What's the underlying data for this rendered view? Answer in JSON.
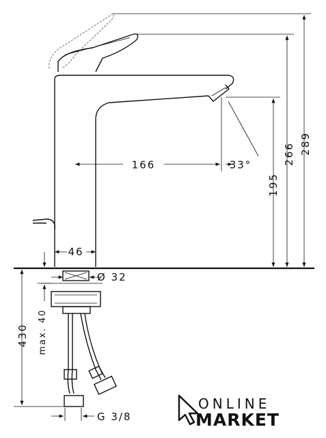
{
  "dimensions": {
    "spout_reach": "166",
    "spout_angle": "33°",
    "spout_height": "195",
    "lever_height": "266",
    "overall_height": "289",
    "base_diameter": "46",
    "hole_diameter": "Ø 32",
    "supply_length": "430",
    "max_thickness": "max. 40",
    "connection": "G 3/8"
  },
  "logo": {
    "line1": "ONLINE",
    "line2": "MARKET"
  }
}
